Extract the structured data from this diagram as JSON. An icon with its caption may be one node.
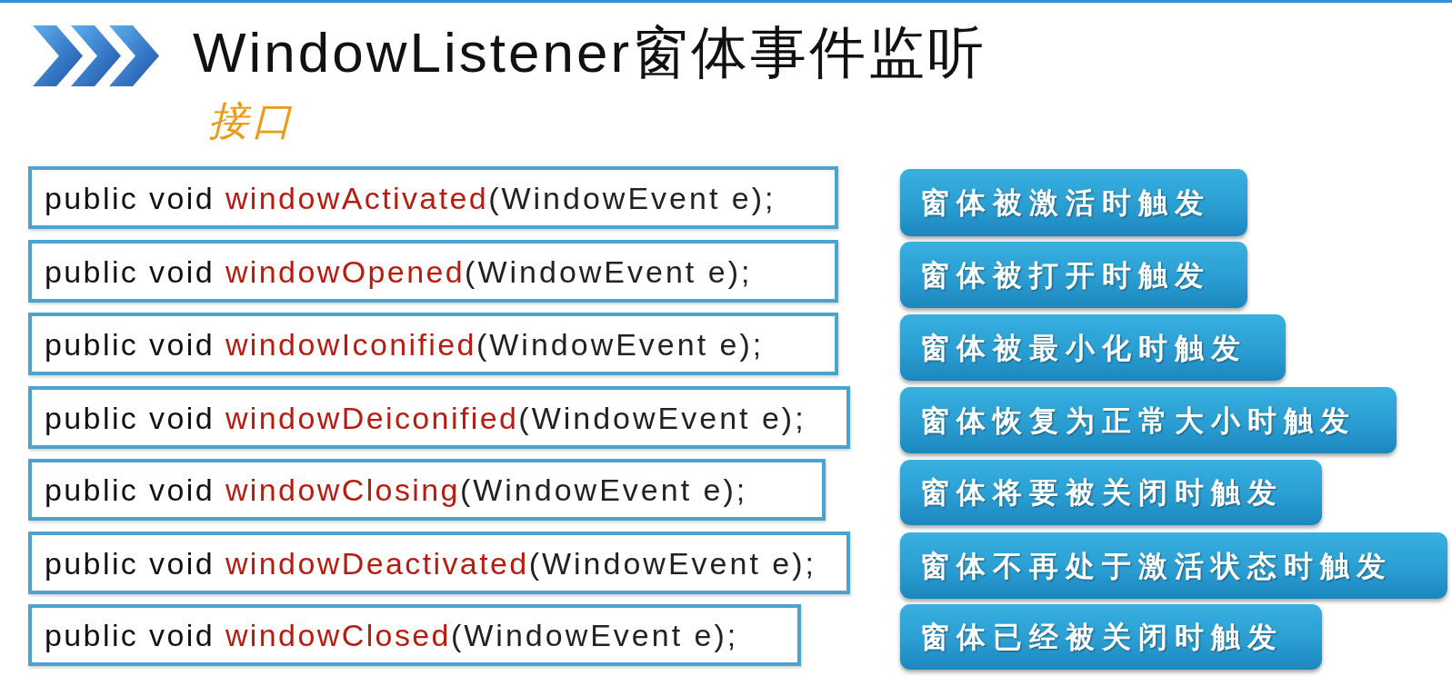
{
  "diagram": {
    "title": "WindowListener窗体事件监听",
    "nodes": [
      {
        "text": [
          "public void windowActivated(WindowEvent e);"
        ]
      },
      {
        "text": [
          "窗体被激活时触发"
        ]
      },
      {
        "text": [
          "public void windowOpened(WindowEvent e);"
        ]
      },
      {
        "text": [
          "窗体被打开时触发"
        ]
      },
      {
        "text": [
          "public void windowIconified(WindowEvent e);"
        ]
      },
      {
        "text": [
          "窗体被最小化时触发"
        ]
      },
      {
        "text": [
          "public void windowDeiconified(WindowEvent e);"
        ]
      },
      {
        "text": [
          "窗体恢复为正常大小时触发"
        ]
      },
      {
        "text": [
          "public void windowClosing(WindowEvent e);"
        ]
      },
      {
        "text": [
          "窗体将要被关闭时触发"
        ]
      },
      {
        "text": [
          "public void windowDeactivated(WindowEvent e);"
        ]
      },
      {
        "text": [
          "窗体不再处于激活状态时触发"
        ]
      },
      {
        "text": [
          "public void windowClosed(WindowEvent e);"
        ]
      },
      {
        "text": [
          "窗体已经被关闭时触发"
        ]
      }
    ],
    "labels": [
      "接口"
    ]
  }
}
